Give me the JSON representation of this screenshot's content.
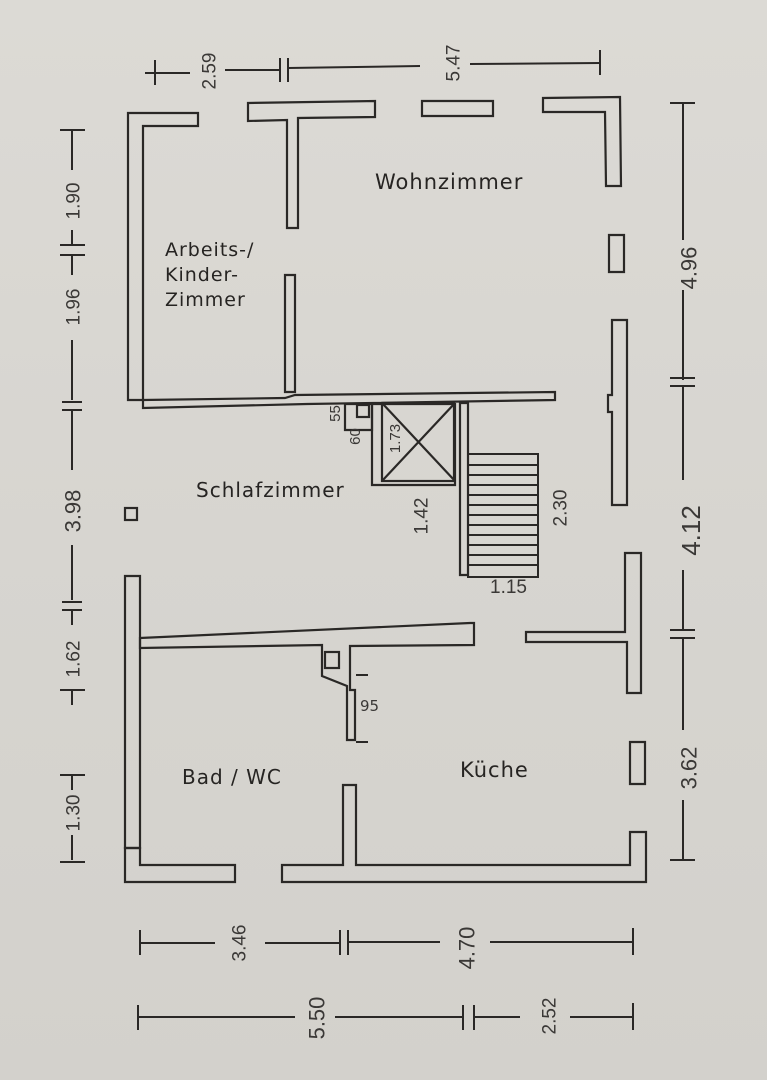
{
  "floorplan": {
    "rooms": [
      {
        "id": "wohnzimmer",
        "label": "Wohnzimmer"
      },
      {
        "id": "arbeitszimmer",
        "label_lines": [
          "Arbeits-/",
          "Kinder-",
          "Zimmer"
        ]
      },
      {
        "id": "schlafzimmer",
        "label": "Schlafzimmer"
      },
      {
        "id": "bad",
        "label": "Bad / WC"
      },
      {
        "id": "kueche",
        "label": "Küche"
      }
    ],
    "dimensions": {
      "top": [
        "2.59",
        "5.47"
      ],
      "left": [
        "1.90",
        "1.96",
        "3.98",
        "1.62",
        "1.30"
      ],
      "right": [
        "4.96",
        "4.12",
        "3.62"
      ],
      "bottom_row1": [
        "3.46",
        "4.70"
      ],
      "bottom_row2": [
        "5.50",
        "2.52"
      ],
      "interior": {
        "chimney_55": "55",
        "chimney_60": "60",
        "shaft_173": "1.73",
        "hall_142": "1.42",
        "stair_230": "2.30",
        "stair_115": "1.15",
        "door_95": "95"
      }
    },
    "colors": {
      "paper": "#d9d7d2",
      "ink": "#2a2826"
    }
  }
}
